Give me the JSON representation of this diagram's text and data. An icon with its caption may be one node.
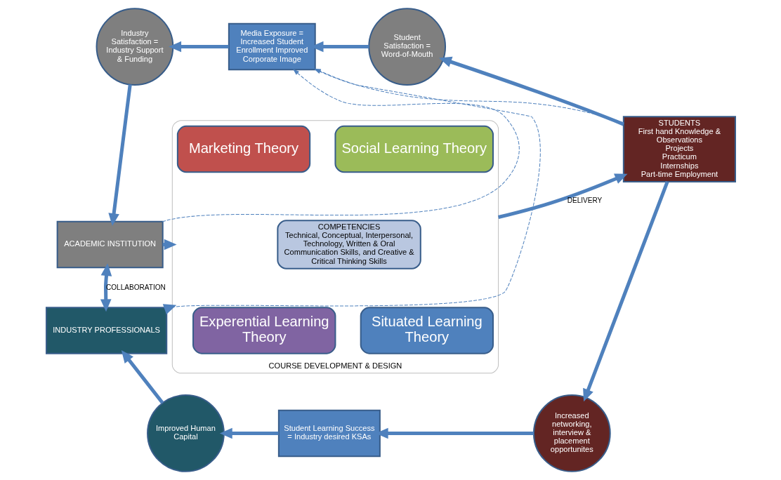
{
  "diagram": {
    "nodes": [
      {
        "text": [
          "Industry Satisfaction = Industry Support & Funding"
        ]
      },
      {
        "text": [
          "Media Exposure = Increased Student Enrollment Improved Corporate Image"
        ]
      },
      {
        "text": [
          "Student Satisfaction = Word-of-Mouth"
        ]
      },
      {
        "text": [
          "ACADEMIC INSTITUTION"
        ]
      },
      {
        "text": [
          "COURSE DEVELOPMENT & DESIGN"
        ]
      },
      {
        "text": [
          "Marketing Theory"
        ],
        "in": 4
      },
      {
        "text": [
          "Social Learning Theory"
        ],
        "in": 4
      },
      {
        "text": [
          "COMPETENCIES",
          "Technical, Conceptual, Interpersonal, Technology, Written & Oral Communication Skills, and Creative & Critical Thinking Skills"
        ],
        "in": 4
      },
      {
        "text": [
          "Experential Learning Theory"
        ],
        "in": 4
      },
      {
        "text": [
          "Situated Learning Theory"
        ],
        "in": 4
      },
      {
        "text": [
          "INDUSTRY PROFESSIONALS"
        ]
      },
      {
        "text": [
          "STUDENTS",
          "First hand Knowledge & Observations",
          "Projects",
          "Practicum",
          "Internships",
          "Part-time Employment"
        ]
      },
      {
        "text": [
          "Improved Human Capital"
        ]
      },
      {
        "text": [
          "Student Learning Success = Industry desired KSAs"
        ]
      },
      {
        "text": [
          "Increased networking, interview & placement opportunites"
        ]
      }
    ],
    "edges": [
      {
        "from": 1,
        "to": 0,
        "arrow": "to"
      },
      {
        "from": 2,
        "to": 1,
        "arrow": "to"
      },
      {
        "from": 0,
        "to": 3,
        "arrow": "to"
      },
      {
        "from": 11,
        "to": 2,
        "arrow": "to"
      },
      {
        "from": 3,
        "to": 10,
        "label": "COLLABORATION",
        "arrow": "both"
      },
      {
        "from": 3,
        "to": 4,
        "arrow": "to"
      },
      {
        "from": 10,
        "to": 4,
        "arrow": "to"
      },
      {
        "from": 4,
        "to": 11,
        "label": "DELIVERY",
        "arrow": "to"
      },
      {
        "from": 11,
        "to": 14,
        "arrow": "to"
      },
      {
        "from": 14,
        "to": 13,
        "arrow": "to"
      },
      {
        "from": 13,
        "to": 12,
        "arrow": "to"
      },
      {
        "from": 12,
        "to": 10,
        "arrow": "to"
      },
      {
        "from": 10,
        "to": 1,
        "arrow": "to",
        "style": "dashed"
      },
      {
        "from": 3,
        "to": 1,
        "arrow": "to",
        "style": "dashed"
      },
      {
        "from": 11,
        "to": 1,
        "arrow": "to",
        "style": "dashed"
      }
    ]
  }
}
